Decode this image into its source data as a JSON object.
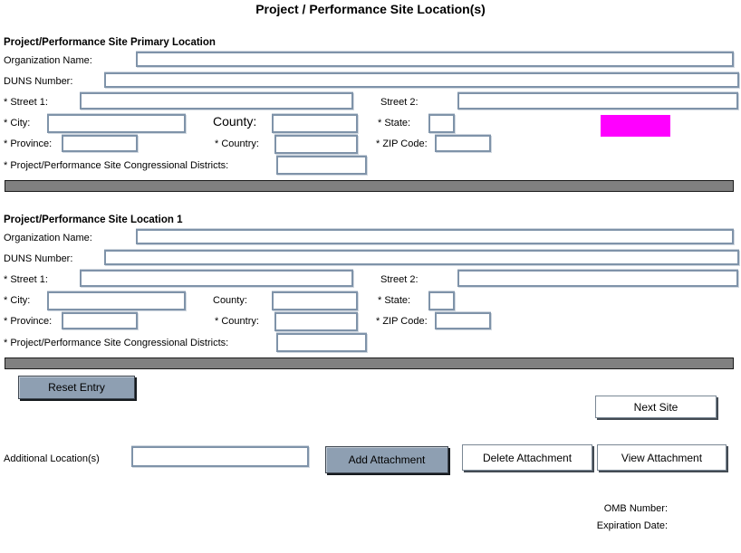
{
  "title": "Project / Performance Site Location(s)",
  "sections": [
    {
      "header": "Project/Performance Site Primary Location",
      "labels": {
        "organization_name": "Organization Name:",
        "duns_number": "DUNS Number:",
        "street1": "* Street 1:",
        "street2": "Street 2:",
        "city": "* City:",
        "county": "County:",
        "state": "* State:",
        "province": "* Province:",
        "country": "* Country:",
        "zip_code": "* ZIP Code:",
        "congressional_districts": "* Project/Performance Site Congressional Districts:"
      },
      "values": {
        "organization_name": "",
        "duns_number": "",
        "street1": "",
        "street2": "",
        "city": "",
        "county": "",
        "state": "",
        "province": "",
        "country": "",
        "zip_code": "",
        "congressional_districts": ""
      }
    },
    {
      "header": "Project/Performance Site Location 1",
      "labels": {
        "organization_name": "Organization Name:",
        "duns_number": "DUNS Number:",
        "street1": "* Street 1:",
        "street2": "Street 2:",
        "city": "* City:",
        "county": "County:",
        "state": "* State:",
        "province": "* Province:",
        "country": "* Country:",
        "zip_code": "* ZIP Code:",
        "congressional_districts": "* Project/Performance Site Congressional Districts:"
      },
      "values": {
        "organization_name": "",
        "duns_number": "",
        "street1": "",
        "street2": "",
        "city": "",
        "county": "",
        "state": "",
        "province": "",
        "country": "",
        "zip_code": "",
        "congressional_districts": ""
      }
    }
  ],
  "buttons": {
    "reset_entry": "Reset Entry",
    "next_site": "Next Site",
    "add_attachment": "Add Attachment",
    "delete_attachment": "Delete Attachment",
    "view_attachment": "View  Attachment"
  },
  "additional_locations": {
    "label": "Additional Location(s)",
    "value": ""
  },
  "footer": {
    "omb_number_label": "OMB Number:",
    "expiration_date_label": "Expiration Date:"
  },
  "colors": {
    "highlight": "#FF00FF",
    "divider_bar": "#808080",
    "primary_button": "#8E9FB2",
    "input_border": "#7F93A9"
  }
}
